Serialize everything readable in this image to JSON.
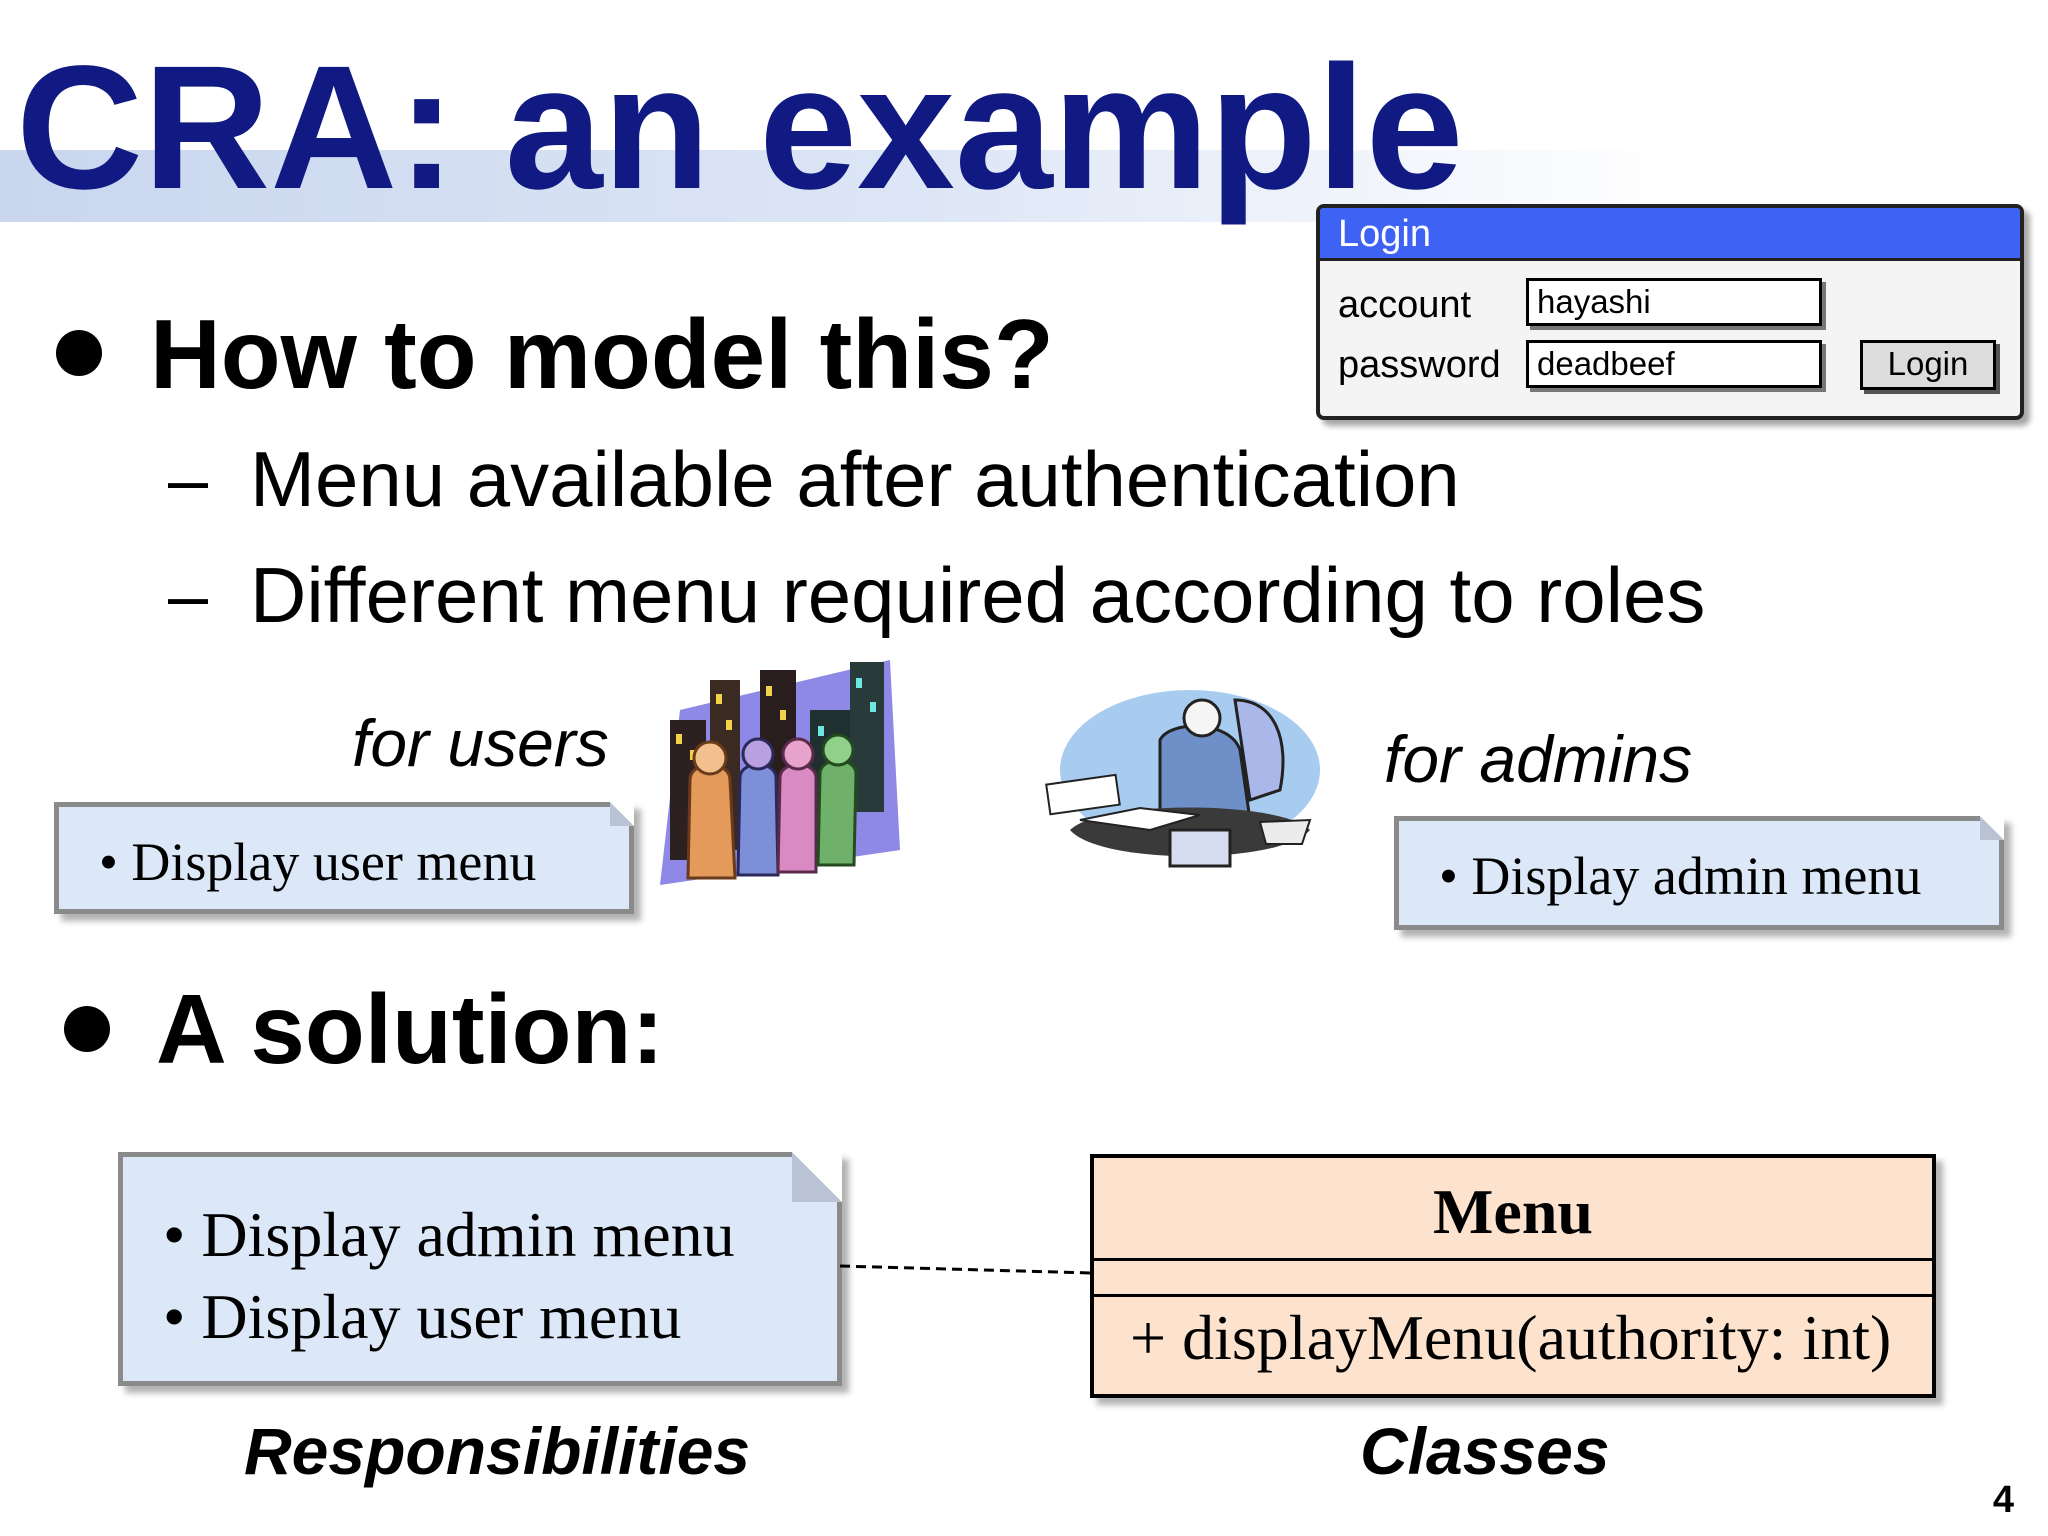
{
  "slide": {
    "title": "CRA: an example",
    "page_number": "4"
  },
  "bullets": [
    {
      "text": "How to model this?",
      "sub": [
        "Menu available after authentication",
        "Different menu required according to roles"
      ]
    },
    {
      "text": "A solution:"
    }
  ],
  "sub_dash": "–",
  "login_window": {
    "title": "Login",
    "account_label": "account",
    "account_value": "hayashi",
    "password_label": "password",
    "password_value": "deadbeef",
    "button_label": "Login"
  },
  "roles": {
    "users": {
      "caption": "for users",
      "note": "• Display user menu",
      "clipart": "group-of-people-in-city"
    },
    "admins": {
      "caption": "for admins",
      "note": "• Display admin menu",
      "clipart": "businessman-at-desk"
    }
  },
  "solution": {
    "responsibilities": [
      "• Display admin menu",
      "• Display user menu"
    ],
    "responsibilities_label": "Responsibilities",
    "class_name": "Menu",
    "class_operation": "+ displayMenu(authority: int)",
    "classes_label": "Classes"
  },
  "colors": {
    "title": "#101a82",
    "note_fill": "#dce7f8",
    "class_fill": "#fde3cd",
    "login_titlebar": "#3d62f4"
  }
}
